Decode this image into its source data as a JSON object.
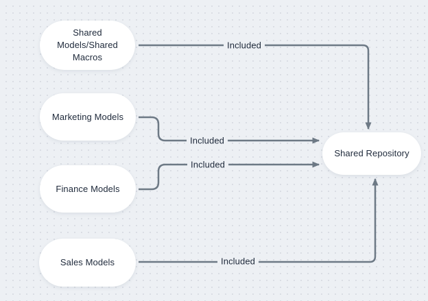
{
  "diagram": {
    "type": "flowchart",
    "colors": {
      "background": "#edf0f4",
      "dot": "#d8dce3",
      "node_fill": "#ffffff",
      "connector": "#6d7985",
      "text": "#202b3c"
    },
    "nodes": [
      {
        "id": "shared-models-macros",
        "label": "Shared Models/Shared Macros",
        "lines": [
          "Shared",
          "Models/Shared",
          "Macros"
        ]
      },
      {
        "id": "marketing-models",
        "label": "Marketing Models"
      },
      {
        "id": "finance-models",
        "label": "Finance Models"
      },
      {
        "id": "sales-models",
        "label": "Sales Models"
      },
      {
        "id": "shared-repository",
        "label": "Shared Repository"
      }
    ],
    "edges": [
      {
        "from": "Shared Models/Shared Macros",
        "to": "Shared Repository",
        "label": "Included"
      },
      {
        "from": "Marketing Models",
        "to": "Shared Repository",
        "label": "Included"
      },
      {
        "from": "Finance Models",
        "to": "Shared Repository",
        "label": "Included"
      },
      {
        "from": "Sales Models",
        "to": "Shared Repository",
        "label": "Included"
      }
    ]
  }
}
